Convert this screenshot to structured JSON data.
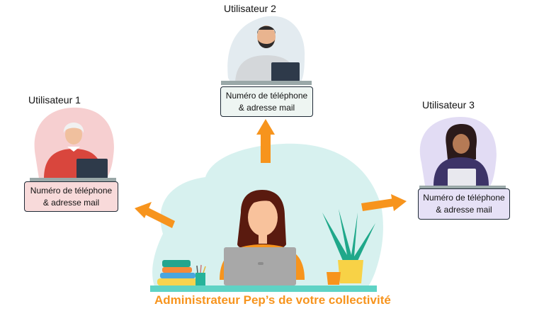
{
  "users": [
    {
      "label": "Utilisateur 1",
      "info_line1": "Numéro de téléphone",
      "info_line2": "& adresse mail",
      "box_color": "#f8dada",
      "blob_color": "#f6cfd0"
    },
    {
      "label": "Utilisateur 2",
      "info_line1": "Numéro de téléphone",
      "info_line2": "& adresse mail",
      "box_color": "#eef5f2",
      "blob_color": "#e3ebf0"
    },
    {
      "label": "Utilisateur 3",
      "info_line1": "Numéro de téléphone",
      "info_line2": "& adresse mail",
      "box_color": "#e6e1f6",
      "blob_color": "#e2dcf4"
    }
  ],
  "admin": {
    "title": "Administrateur Pep’s de votre collectivité",
    "blob_color": "#d7f1ef"
  },
  "colors": {
    "arrow": "#f7941d",
    "desk": "#5fd3c5"
  }
}
